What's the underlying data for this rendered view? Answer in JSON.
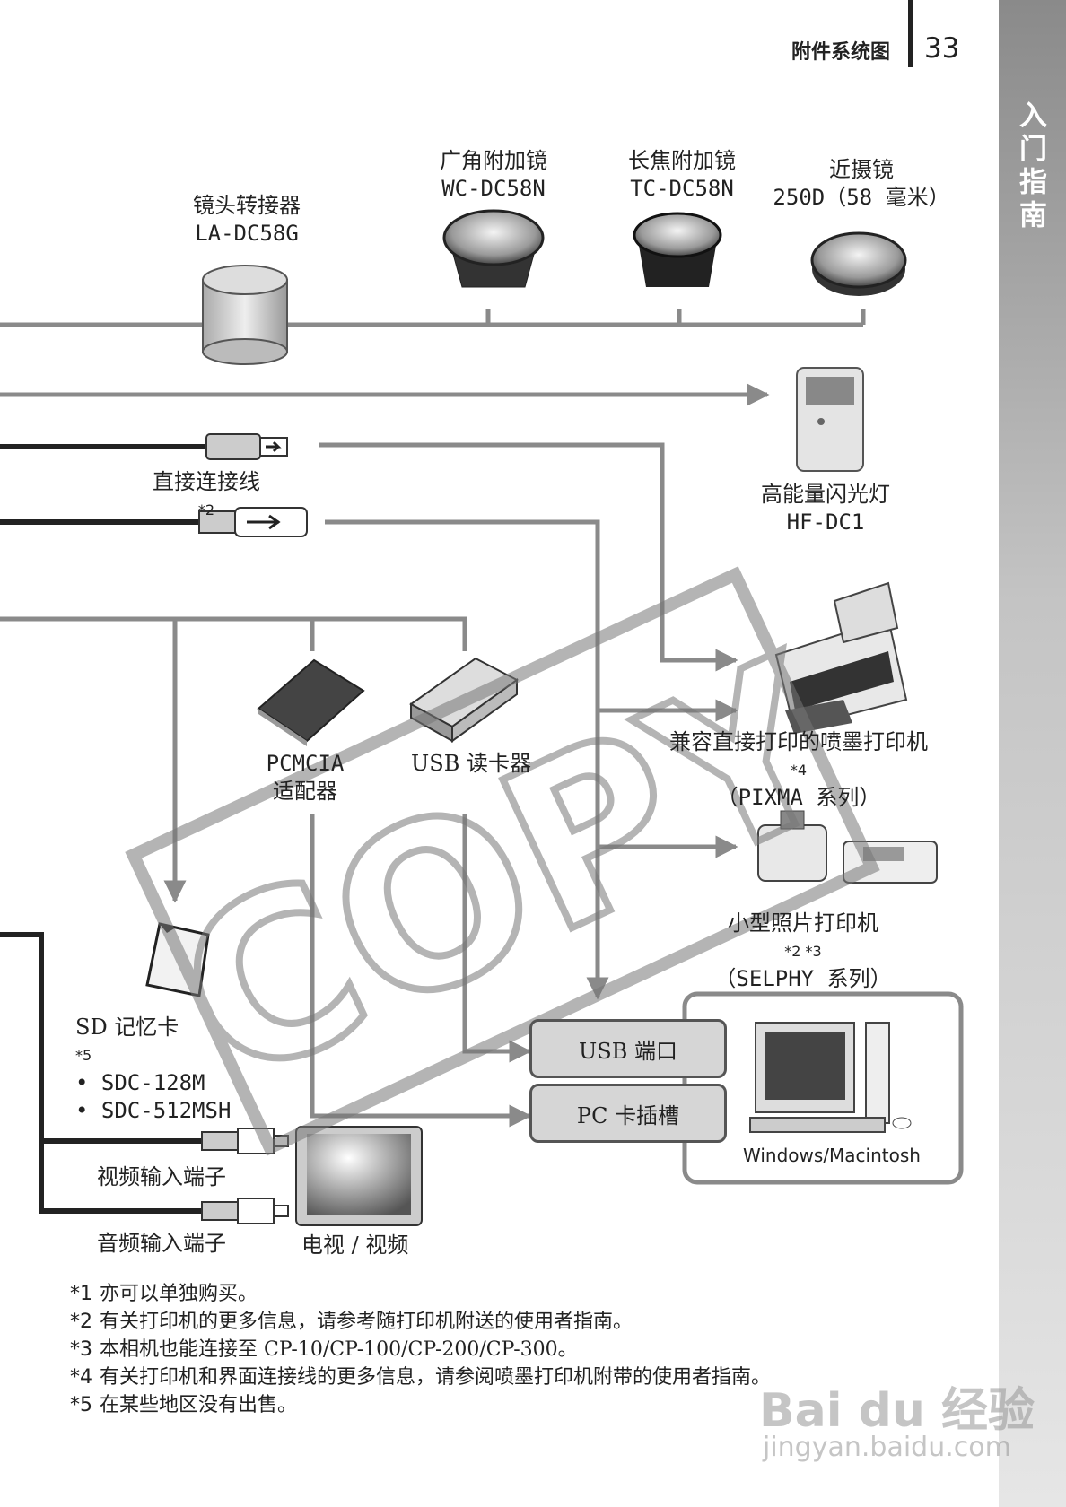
{
  "header": {
    "title": "附件系统图",
    "page_number": "33"
  },
  "side_tab": {
    "label": "入门指南"
  },
  "accessories": {
    "lens_adapter": {
      "name": "镜头转接器",
      "model": "LA-DC58G"
    },
    "wide_converter": {
      "name": "广角附加镜",
      "model": "WC-DC58N"
    },
    "tele_converter": {
      "name": "长焦附加镜",
      "model": "TC-DC58N"
    },
    "closeup_lens": {
      "name": "近摄镜",
      "model": "250D（58 毫米）"
    },
    "flash": {
      "name": "高能量闪光灯",
      "model": "HF-DC1"
    },
    "direct_cable": {
      "name": "直接连接线",
      "mark": "*2"
    },
    "pcmcia": {
      "line1": "PCMCIA",
      "line2": "适配器"
    },
    "usb_reader": {
      "name": "USB 读卡器"
    },
    "inkjet_printer": {
      "name": "兼容直接打印的喷墨打印机",
      "mark": "*4",
      "series": "（PIXMA 系列）"
    },
    "photo_printer": {
      "name": "小型照片打印机",
      "mark": "*2 *3",
      "series": "（SELPHY 系列）"
    },
    "sd_card": {
      "name": "SD 记忆卡",
      "mark": "*5",
      "models": [
        "• SDC-128M",
        "• SDC-512MSH"
      ]
    },
    "usb_port": {
      "name": "USB 端口"
    },
    "pc_slot": {
      "name": "PC 卡插槽"
    },
    "computer": {
      "name": "Windows/Macintosh"
    },
    "video_in": {
      "name": "视频输入端子"
    },
    "audio_in": {
      "name": "音频输入端子"
    },
    "tv": {
      "name": "电视 / 视频"
    }
  },
  "notes": [
    {
      "mark": "*1",
      "text": "亦可以单独购买。"
    },
    {
      "mark": "*2",
      "text": "有关打印机的更多信息，请参考随打印机附送的使用者指南。"
    },
    {
      "mark": "*3",
      "text": "本相机也能连接至 CP-10/CP-100/CP-200/CP-300。"
    },
    {
      "mark": "*4",
      "text": "有关打印机和界面连接线的更多信息，请参阅喷墨打印机附带的使用者指南。"
    },
    {
      "mark": "*5",
      "text": "在某些地区没有出售。"
    }
  ],
  "watermark": {
    "copy": "COPY",
    "brand": "Bai du 经验",
    "url": "jingyan.baidu.com"
  },
  "colors": {
    "line": "#8a8a8a",
    "dark_line": "#222222",
    "box_fill": "#d6d6d6"
  }
}
